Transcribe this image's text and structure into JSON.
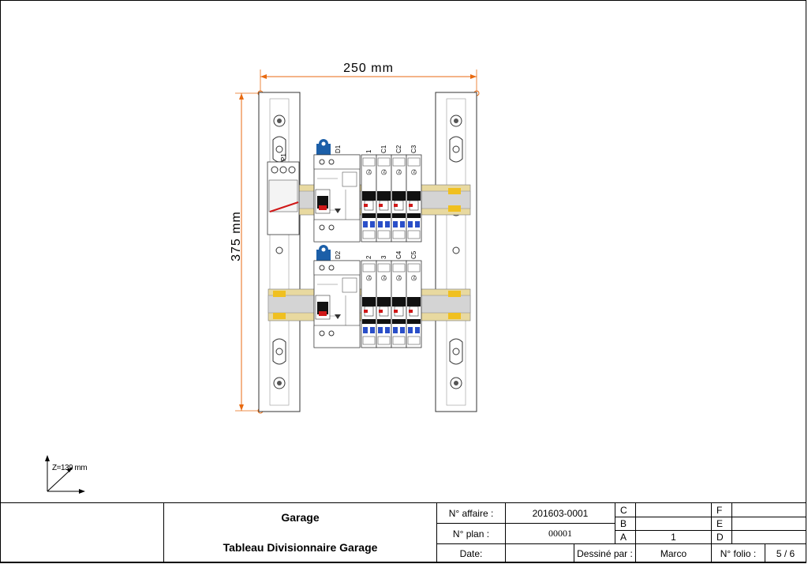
{
  "drawing": {
    "width_dimension": "250 mm",
    "height_dimension": "375 mm",
    "axis_label": "Z=139 mm",
    "device_labels": [
      "D1",
      "1",
      "C1",
      "C2",
      "C3",
      "D2",
      "2",
      "3",
      "C4",
      "C5"
    ],
    "enclosure_label": "P1"
  },
  "title_block": {
    "project_name": "Garage",
    "drawing_title": "Tableau Divisionnaire Garage",
    "affaire_label": "N° affaire :",
    "affaire_value": "201603-0001",
    "plan_label": "N° plan :",
    "plan_value": "00001",
    "date_label": "Date:",
    "date_value": "",
    "drawn_by_label": "Dessiné par :",
    "drawn_by_value": "Marco",
    "folio_label": "N° folio :",
    "folio_value": "5 / 6",
    "revisions_left": [
      {
        "letter": "C",
        "value": ""
      },
      {
        "letter": "B",
        "value": ""
      },
      {
        "letter": "A",
        "value": "1"
      }
    ],
    "revisions_right": [
      {
        "letter": "F",
        "value": ""
      },
      {
        "letter": "E",
        "value": ""
      },
      {
        "letter": "D",
        "value": ""
      }
    ]
  },
  "colors": {
    "dimension": "#e86a10",
    "rail": "#e8d9a0",
    "rail_tab": "#f0c020",
    "handle": "#1c5fa8",
    "breaker_black": "#111111",
    "breaker_red": "#d01818",
    "terminal_blue": "#2a4fc8"
  }
}
